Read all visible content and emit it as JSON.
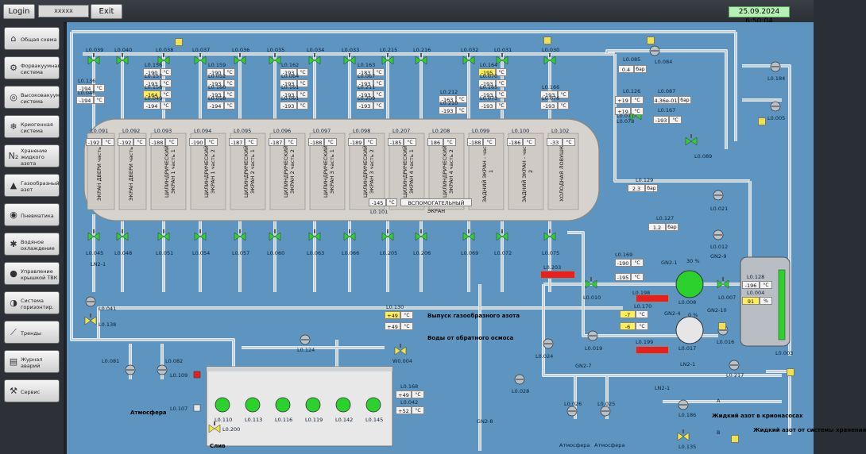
{
  "topbar": {
    "login": "Login",
    "user": "xxxxx",
    "exit": "Exit",
    "datetime": "25.09.2024 6:50:04"
  },
  "sidebar": [
    {
      "icon": "home-icon",
      "glyph": "⌂",
      "label": "Общая схема"
    },
    {
      "icon": "pump-icon",
      "glyph": "⚙",
      "label": "Форвакуумная система"
    },
    {
      "icon": "vacuum-icon",
      "glyph": "◎",
      "label": "Высоковакуум. система"
    },
    {
      "icon": "cryogen-icon",
      "glyph": "❄",
      "label": "Криогенная система"
    },
    {
      "icon": "n2-icon",
      "glyph": "N₂",
      "label": "Хранение жидкого азота"
    },
    {
      "icon": "gas-icon",
      "glyph": "▲",
      "label": "Газообразный азот"
    },
    {
      "icon": "pneumatic-icon",
      "glyph": "◉",
      "label": "Пневматика"
    },
    {
      "icon": "water-icon",
      "glyph": "✱",
      "label": "Водяное охлаждение"
    },
    {
      "icon": "control-icon",
      "glyph": "●",
      "label": "Управление крышкой ТВК"
    },
    {
      "icon": "horizon-icon",
      "glyph": "◑",
      "label": "Система горизонтир."
    },
    {
      "icon": "trend-icon",
      "glyph": "⟋",
      "label": "Тренды"
    },
    {
      "icon": "journal-icon",
      "glyph": "▤",
      "label": "Журнал аварий"
    },
    {
      "icon": "service-icon",
      "glyph": "⚒",
      "label": "Сервис"
    }
  ],
  "chamber": {
    "sections": [
      "ЭКРАН ДВЕРИ часть 1",
      "ЭКРАН ДВЕРИ часть 2",
      "ЦИЛИНДРИЧЕСКИЙ ЭКРАН 1 часть 1",
      "ЦИЛИНДРИЧЕСКИЙ ЭКРАН 1 часть 2",
      "ЦИЛИНДРИЧЕСКИЙ ЭКРАН 2 часть 1",
      "ЦИЛИНДРИЧЕСКИЙ ЭКРАН 2 часть 2",
      "ЦИЛИНДРИЧЕСКИЙ ЭКРАН 3 часть 1",
      "ЦИЛИНДРИЧЕСКИЙ ЭКРАН 3 часть 2",
      "ЦИЛИНДРИЧЕСКИЙ ЭКРАН 4 часть 1",
      "ЦИЛИНДРИЧЕСКИЙ ЭКРАН 4 часть 2",
      "ЗАДНИЙ ЭКРАН - часть 1",
      "ЗАДНИЙ ЭКРАН - часть 2",
      "ХОЛОДНАЯ ЛОВУШКА"
    ],
    "aux_label": "ВСПОМОГАТЕЛЬНЫЙ ЭКРАН",
    "aux_value": "-145",
    "aux_unit": "°C",
    "aux_tag": "L0.101"
  },
  "top_tags": [
    "L0.039",
    "L0.040",
    "L0.038",
    "L0.037",
    "L0.036",
    "L0.035",
    "L0.034",
    "L0.033",
    "L0.215",
    "L0.216",
    "L0.032",
    "L0.031",
    "L0.030"
  ],
  "section_sensors": [
    {
      "tag": "L0.091",
      "v": "-192"
    },
    {
      "tag": "L0.092",
      "v": "-192"
    },
    {
      "tag": "L0.093",
      "v": "-188"
    },
    {
      "tag": "L0.094",
      "v": "-190"
    },
    {
      "tag": "L0.095",
      "v": "-187"
    },
    {
      "tag": "L0.096",
      "v": "-187"
    },
    {
      "tag": "L0.097",
      "v": "-188"
    },
    {
      "tag": "L0.098",
      "v": "-189"
    },
    {
      "tag": "L0.207",
      "v": "-185"
    },
    {
      "tag": "L0.208",
      "v": "186"
    },
    {
      "tag": "L0.099",
      "v": "-188"
    },
    {
      "tag": "L0.100",
      "v": "-186"
    },
    {
      "tag": "L0.102",
      "v": "-33"
    }
  ],
  "upper_readings": [
    {
      "tag": "L0.136",
      "v": "-194"
    },
    {
      "tag": "L0.046",
      "v": "-194"
    },
    {
      "tag": "L0.156",
      "v": "-190"
    },
    {
      "tag": "L0.157",
      "v": "-193"
    },
    {
      "tag": "L0.158",
      "v": "-164"
    },
    {
      "tag": "L0.049",
      "v": "-194"
    },
    {
      "tag": "L0.159",
      "v": "-190"
    },
    {
      "tag": "L0.052",
      "v": "-193"
    },
    {
      "tag": "L0.160",
      "v": "-193"
    },
    {
      "tag": "L0.058",
      "v": "-194"
    },
    {
      "tag": "L0.162",
      "v": "-193"
    },
    {
      "tag": "L0.064",
      "v": "-193"
    },
    {
      "tag": "L0.161",
      "v": "-193"
    },
    {
      "tag": "L0.061",
      "v": "-193"
    },
    {
      "tag": "L0.163",
      "v": "-183"
    },
    {
      "tag": "L0.067",
      "v": "-193"
    },
    {
      "tag": "L0.211",
      "v": "-193"
    },
    {
      "tag": "L0.209",
      "v": "-193"
    },
    {
      "tag": "L0.212",
      "v": "-163"
    },
    {
      "tag": "L0.210",
      "v": "-193"
    },
    {
      "tag": "L0.164",
      "v": "-195"
    },
    {
      "tag": "L0.070",
      "v": "-193"
    },
    {
      "tag": "L0.165",
      "v": "-193"
    },
    {
      "tag": "L0.073",
      "v": "-193"
    },
    {
      "tag": "L0.166",
      "v": "-193"
    },
    {
      "tag": "L0.076",
      "v": "-193"
    }
  ],
  "bottom_tags": [
    "L0.045",
    "L0.048",
    "L0.051",
    "L0.054",
    "L0.057",
    "L0.060",
    "L0.063",
    "L0.066",
    "L0.205",
    "L0.206",
    "L0.069",
    "L0.072",
    "L0.075"
  ],
  "right_panel": {
    "p085": {
      "tag": "L0.085",
      "v": "0.4",
      "unit": "бар"
    },
    "tag084": "L0.084",
    "p126": {
      "tag": "L0.126",
      "v": "+19",
      "unit": "°C"
    },
    "p087": {
      "tag": "L0.087",
      "v": "4.36e-01",
      "unit": "бар"
    },
    "p077": {
      "tag": "L0.077",
      "v": "+19",
      "unit": "°C"
    },
    "p078": {
      "tag": "L0.078",
      "v": "+19",
      "unit": "°C"
    },
    "p167": {
      "tag": "L0.167",
      "v": "-193",
      "unit": "°C"
    },
    "tag089": "L0.089",
    "tag184": "L0.184",
    "tag005": "L0.005",
    "p129": {
      "tag": "L0.129",
      "v": "2.3",
      "unit": "бар"
    },
    "tag021": "L0.021",
    "p127": {
      "tag": "L0.127",
      "v": "1.2",
      "unit": "бар"
    },
    "tag012": "L0.012",
    "p169": {
      "tag": "L0.169",
      "v": "-190",
      "unit": "°C"
    },
    "p168b": {
      "v": "-195",
      "unit": "°C"
    },
    "gn21": "GN2-1",
    "gn21pct": "30 %",
    "gn29": "GN2-9",
    "gn24": "GN2-4",
    "gn24pct": "0 %",
    "gn210": "GN2-10",
    "gn27": "GN2-7",
    "ln21": "LN2-1",
    "ln21b": "LN2-1",
    "gn28": "GN2-8",
    "tag203": "L0.203",
    "tag198": "L0.198",
    "tag170": "L0.170",
    "tag199": "L0.199",
    "tag010": "L0.010",
    "tag008": "L0.008",
    "tag007": "L0.007",
    "tag017": "L0.017",
    "tag016": "L0.016",
    "tag019": "L0.019",
    "tag024": "L0.024",
    "tag028": "L0.028",
    "p170": {
      "v": "-7",
      "unit": "°C"
    },
    "p171": {
      "v": "-6",
      "unit": "°C"
    },
    "p128": {
      "tag": "L0.128",
      "v": "-196",
      "unit": "°C"
    },
    "p004": {
      "tag": "L0.004",
      "v": "91",
      "unit": "%"
    },
    "tag003": "L0.003",
    "tag217": "L0.217",
    "tag026": "L0.026",
    "tag025": "L0.025",
    "tag186": "L0.186",
    "tag135": "L0.135",
    "out_a": "Жидкий азот в крионасосах",
    "out_b": "Жидкий азот от системы хранения",
    "atm1": "Атмосфера",
    "atm2": "Атмосфера",
    "a_lbl": "A",
    "b_lbl": "B"
  },
  "left_bottom": {
    "ln2": "LN2-1",
    "tag041": "L0.041",
    "tag138": "L0.138",
    "tag081": "L0.081",
    "tag082": "L0.082",
    "tag109": "L0.109",
    "tag107": "L0.107",
    "tag124": "L0.124",
    "p130": {
      "tag": "L0.130",
      "v": "+49",
      "unit": "°C"
    },
    "p131": {
      "v": "+49",
      "unit": "°C"
    },
    "gas_out": "Выпуск газообразного азота",
    "water": "Воды от обратного осмоса",
    "tag004w": "W0.004",
    "p168": {
      "tag": "L0.168",
      "v": "+49",
      "unit": "°C"
    },
    "p042": {
      "tag": "L0.042",
      "v": "+52",
      "unit": "°C"
    },
    "atm": "Атмосфера",
    "drain": "Слив",
    "tag200": "L0.200",
    "heaters": [
      "L0.110",
      "L0.113",
      "L0.116",
      "L0.119",
      "L0.142",
      "L0.145"
    ]
  }
}
